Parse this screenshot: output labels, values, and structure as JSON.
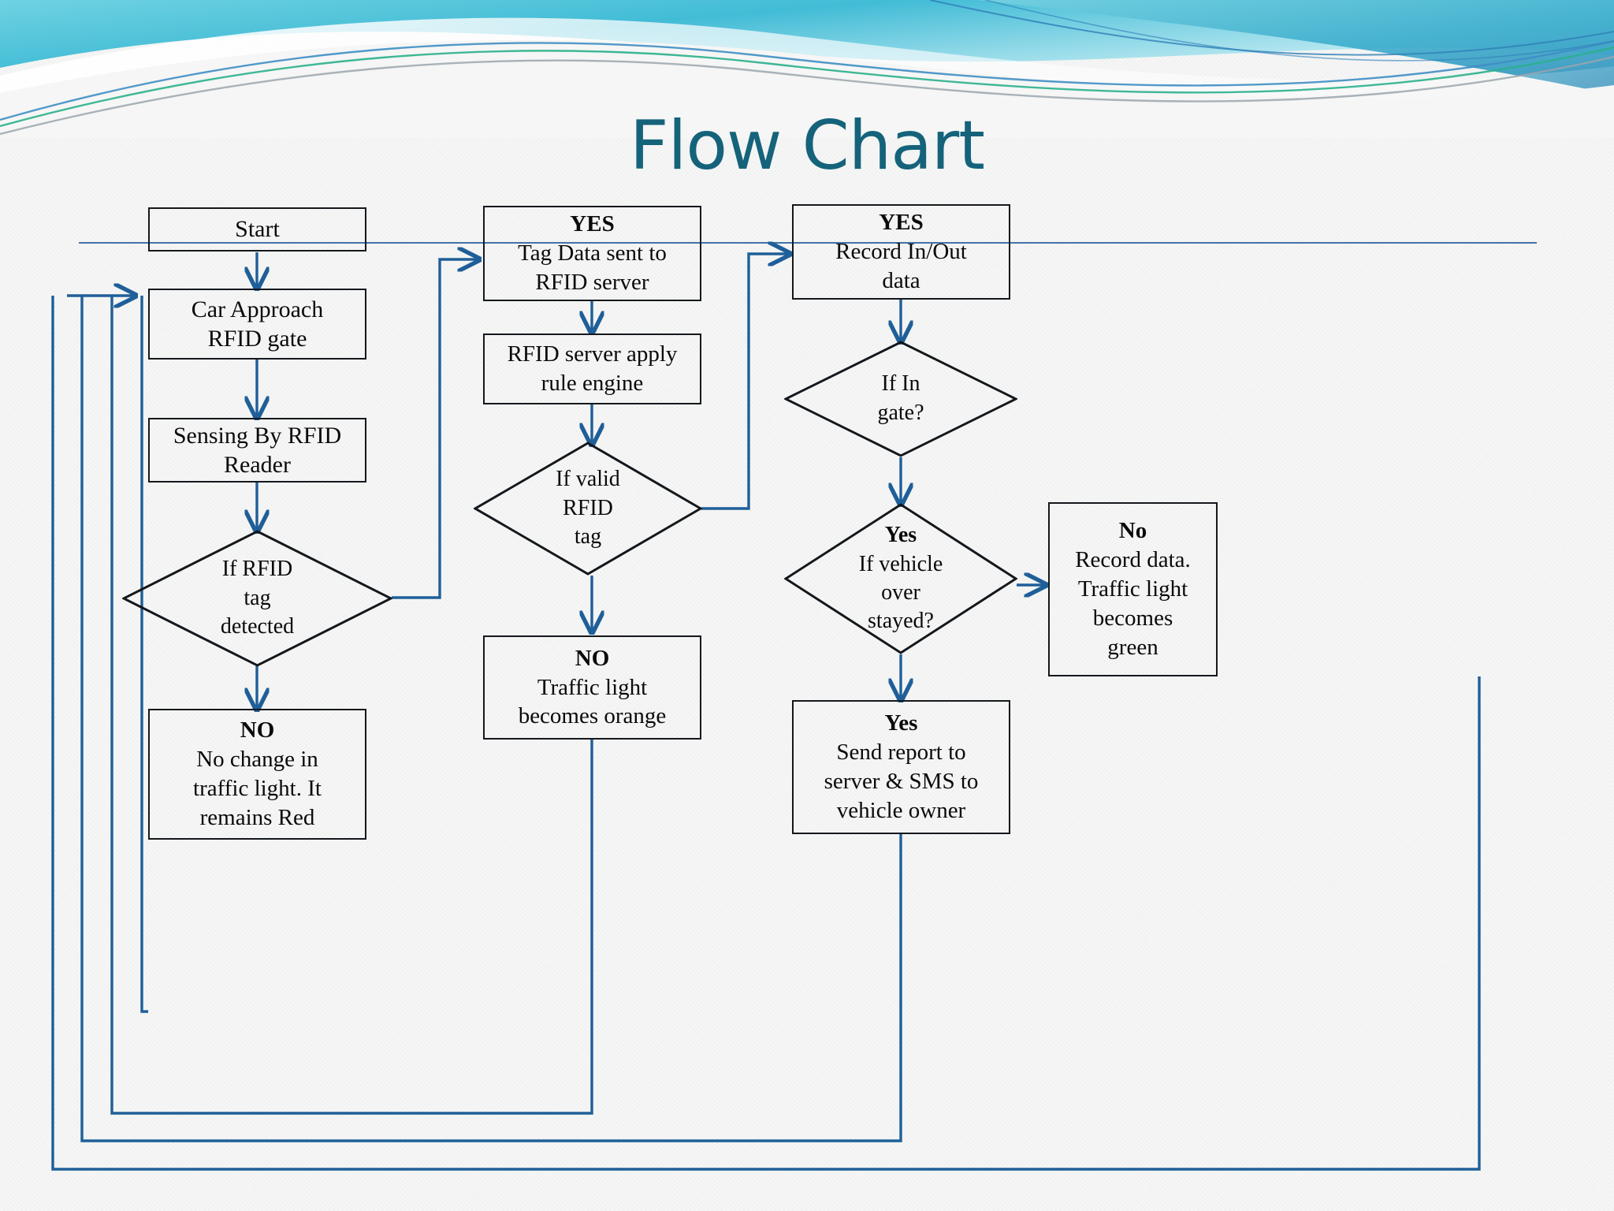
{
  "slide": {
    "title": "Flow Chart",
    "title_color": "#15637b",
    "rule_color": "#4472a8",
    "background_color": "#f5f6f5",
    "banner_colors": [
      "#9fe0ea",
      "#4fbcd4",
      "#2aa8cd",
      "#1c84b4",
      "#20b897",
      "#9aa6ad"
    ],
    "connector_color": "#1f5f99",
    "shape_border_color": "#14171c"
  },
  "chart_data": {
    "type": "flowchart",
    "title": "Flow Chart",
    "nodes": [
      {
        "id": "start",
        "shape": "process",
        "column": 1,
        "label": "Start"
      },
      {
        "id": "car-approach",
        "shape": "process",
        "column": 1,
        "label": "Car Approach\nRFID gate"
      },
      {
        "id": "sensing",
        "shape": "process",
        "column": 1,
        "label": "Sensing By RFID\nReader"
      },
      {
        "id": "if-rfid-tag",
        "shape": "decision",
        "column": 1,
        "label": "If RFID\ntag\ndetected"
      },
      {
        "id": "no-change",
        "shape": "process",
        "column": 1,
        "lead": "NO",
        "label": "No change in\ntraffic light. It\nremains Red"
      },
      {
        "id": "tag-data-sent",
        "shape": "process",
        "column": 2,
        "lead": "YES",
        "label": "Tag Data  sent to\nRFID server"
      },
      {
        "id": "rule-engine",
        "shape": "process",
        "column": 2,
        "label": "RFID server apply\nrule engine"
      },
      {
        "id": "if-valid-tag",
        "shape": "decision",
        "column": 2,
        "label": "If  valid\nRFID\ntag"
      },
      {
        "id": "light-orange",
        "shape": "process",
        "column": 2,
        "lead": "NO",
        "label": "Traffic light\nbecomes orange"
      },
      {
        "id": "record-inout",
        "shape": "process",
        "column": 3,
        "lead": "YES",
        "label": "Record In/Out\ndata"
      },
      {
        "id": "if-in-gate",
        "shape": "decision",
        "column": 3,
        "label": "If In\ngate?"
      },
      {
        "id": "if-overstay",
        "shape": "decision",
        "column": 3,
        "lead": "Yes",
        "label": "If vehicle\nover\nstayed?"
      },
      {
        "id": "send-report",
        "shape": "process",
        "column": 3,
        "lead": "Yes",
        "label": "Send report to\nserver & SMS to\nvehicle owner"
      },
      {
        "id": "light-green",
        "shape": "process",
        "column": 4,
        "lead": "No",
        "label": "Record data.\nTraffic light\nbecomes\ngreen"
      }
    ],
    "edges": [
      {
        "from": "start",
        "to": "car-approach",
        "label": ""
      },
      {
        "from": "car-approach",
        "to": "sensing",
        "label": ""
      },
      {
        "from": "sensing",
        "to": "if-rfid-tag",
        "label": ""
      },
      {
        "from": "if-rfid-tag",
        "to": "no-change",
        "label": "NO"
      },
      {
        "from": "if-rfid-tag",
        "to": "tag-data-sent",
        "label": "YES"
      },
      {
        "from": "tag-data-sent",
        "to": "rule-engine",
        "label": ""
      },
      {
        "from": "rule-engine",
        "to": "if-valid-tag",
        "label": ""
      },
      {
        "from": "if-valid-tag",
        "to": "light-orange",
        "label": "NO"
      },
      {
        "from": "if-valid-tag",
        "to": "record-inout",
        "label": "YES"
      },
      {
        "from": "record-inout",
        "to": "if-in-gate",
        "label": ""
      },
      {
        "from": "if-in-gate",
        "to": "if-overstay",
        "label": "Yes"
      },
      {
        "from": "if-overstay",
        "to": "light-green",
        "label": "No"
      },
      {
        "from": "if-overstay",
        "to": "send-report",
        "label": "Yes"
      },
      {
        "from": "no-change",
        "to": "start",
        "label": "loop back"
      },
      {
        "from": "light-orange",
        "to": "start",
        "label": "loop back"
      },
      {
        "from": "send-report",
        "to": "start",
        "label": "loop back"
      },
      {
        "from": "light-green",
        "to": "start",
        "label": "loop back"
      }
    ]
  },
  "nodes": {
    "start": {
      "lead": "",
      "line1": "Start",
      "line2": "",
      "line3": "",
      "line4": ""
    },
    "car_approach": {
      "lead": "",
      "line1": "Car Approach",
      "line2": "RFID gate",
      "line3": "",
      "line4": ""
    },
    "sensing": {
      "lead": "",
      "line1": "Sensing By RFID",
      "line2": "Reader",
      "line3": "",
      "line4": ""
    },
    "if_rfid_tag": {
      "lead": "",
      "line1": "If RFID",
      "line2": "tag",
      "line3": "detected",
      "line4": ""
    },
    "no_change": {
      "lead": "NO",
      "line1": "No change in",
      "line2": "traffic light. It",
      "line3": "remains Red",
      "line4": ""
    },
    "tag_data": {
      "lead": "YES",
      "line1": "Tag Data  sent to",
      "line2": "RFID server",
      "line3": "",
      "line4": ""
    },
    "rule_engine": {
      "lead": "",
      "line1": "RFID server apply",
      "line2": "rule engine",
      "line3": "",
      "line4": ""
    },
    "if_valid_tag": {
      "lead": "",
      "line1": "If  valid",
      "line2": "RFID",
      "line3": "tag",
      "line4": ""
    },
    "light_orange": {
      "lead": "NO",
      "line1": "Traffic light",
      "line2": "becomes orange",
      "line3": "",
      "line4": ""
    },
    "record_inout": {
      "lead": "YES",
      "line1": "Record In/Out",
      "line2": "data",
      "line3": "",
      "line4": ""
    },
    "if_in_gate": {
      "lead": "",
      "line1": "If In",
      "line2": "gate?",
      "line3": "",
      "line4": ""
    },
    "if_overstay": {
      "lead": "Yes",
      "line1": "If vehicle",
      "line2": "over",
      "line3": "stayed?",
      "line4": ""
    },
    "send_report": {
      "lead": "Yes",
      "line1": "Send report to",
      "line2": "server & SMS to",
      "line3": "vehicle owner",
      "line4": ""
    },
    "light_green": {
      "lead": "No",
      "line1": "Record data.",
      "line2": "Traffic light",
      "line3": "becomes",
      "line4": "green"
    }
  }
}
